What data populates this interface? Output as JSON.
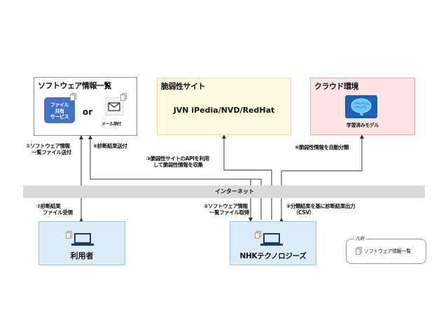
{
  "boxes": {
    "software_list": {
      "title": "ソフトウェア情報一覧",
      "file_share_label": [
        "ファイル",
        "共有",
        "サービス"
      ],
      "or_text": "or",
      "mail_label": "メール添付"
    },
    "vuln_site": {
      "title": "脆弱性サイト",
      "content": "JVN iPedia/NVD/RedHat"
    },
    "cloud": {
      "title": "クラウド環境",
      "model_label": "学習済みモデル"
    },
    "internet": {
      "label": "インターネット"
    },
    "user": {
      "label": "利用者"
    },
    "nhk": {
      "label": "NHKテクノロジーズ"
    }
  },
  "steps": {
    "s1": [
      "①ソフトウェア情報",
      "一覧ファイル送付"
    ],
    "s2": [
      "②ソフトウェア情報",
      "一覧ファイル取得"
    ],
    "s3": [
      "③脆弱性サイトのAPIを利用",
      "して脆弱性情報を収集"
    ],
    "s4": [
      "④脆弱性情報を自動分類"
    ],
    "s5": [
      "⑤分類結果を基に診断結果出力",
      "（CSV）"
    ],
    "s6": [
      "⑥診断結果送付"
    ],
    "s7": [
      "⑦診断結果",
      "ファイル受領"
    ]
  },
  "legend": {
    "title": "凡例",
    "items": [
      {
        "icon": "document-stack-icon",
        "label": "ソフトウェア情報一覧"
      }
    ]
  },
  "colors": {
    "file_share_blue": "#4472c4",
    "vuln_fill": "#fffbe0",
    "cloud_fill": "#ffe5e6",
    "endpoint_fill": "#ddebf7",
    "internet_bar": "#d9d9d9",
    "laptop_navy": "#1f3b73"
  }
}
